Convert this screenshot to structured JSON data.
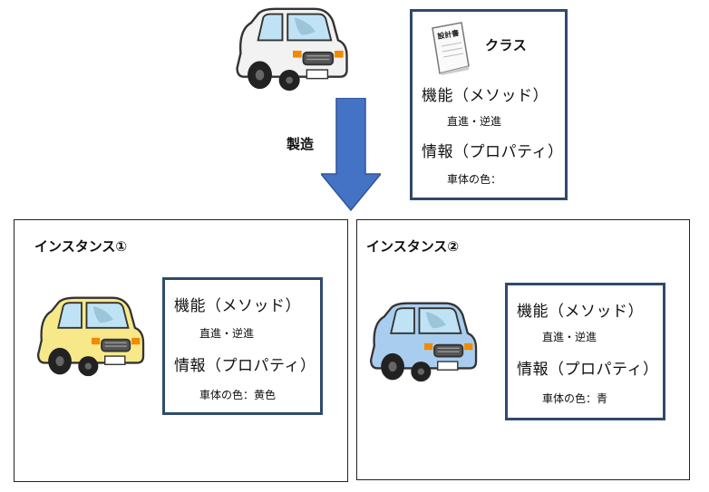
{
  "class_box": {
    "book_title": "設計書",
    "title": "クラス",
    "methods_label": "機能（メソッド）",
    "methods_value": "直進・逆進",
    "props_label": "情報（プロパティ）",
    "props_value": "車体の色："
  },
  "arrow": {
    "label": "製造",
    "color": "#4472c4"
  },
  "instance1": {
    "title": "インスタンス①",
    "methods_label": "機能（メソッド）",
    "methods_value": "直進・逆進",
    "props_label": "情報（プロパティ）",
    "props_value": "車体の色：黄色",
    "car_color": "#f7e98a"
  },
  "instance2": {
    "title": "インスタンス②",
    "methods_label": "機能（メソッド）",
    "methods_value": "直進・逆進",
    "props_label": "情報（プロパティ）",
    "props_value": "車体の色：青",
    "car_color": "#a9cdee"
  },
  "template_car_color": "#f2f2f2"
}
